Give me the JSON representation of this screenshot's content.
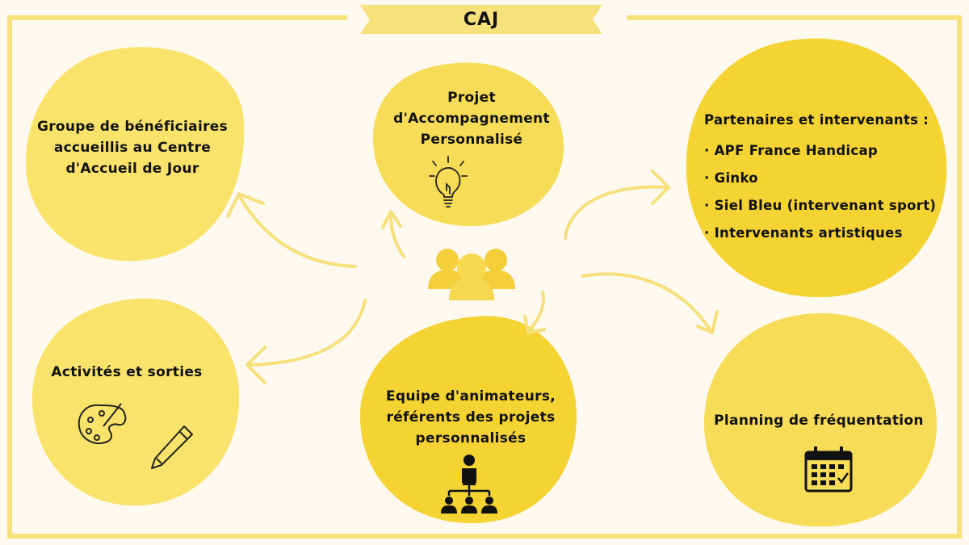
{
  "title": "CAJ",
  "nodes": {
    "beneficiaires": "Groupe de bénéficiaires accueillis au Centre d'Accueil de Jour",
    "projet": "Projet d'Accompagnement Personnalisé",
    "partenaires": {
      "heading": "Partenaires et intervenants :",
      "items": [
        "· APF France Handicap",
        "· Ginko",
        "· Siel Bleu (intervenant sport)",
        "· Intervenants artistiques"
      ]
    },
    "activites": "Activités et sorties",
    "equipe": "Equipe d'animateurs, référents des projets personnalisés",
    "planning": "Planning de fréquentation"
  },
  "colors": {
    "background": "#fdf9ee",
    "frame": "#f7e17a",
    "blob_light": "#f9e36a",
    "blob_mid": "#f7dc57",
    "blob_strong": "#f5d333",
    "people": "#f4cf3a",
    "arrow": "#f6e07c"
  },
  "icons": [
    "lightbulb-icon",
    "people-group-icon",
    "palette-icon",
    "pencil-icon",
    "hierarchy-icon",
    "calendar-icon"
  ]
}
